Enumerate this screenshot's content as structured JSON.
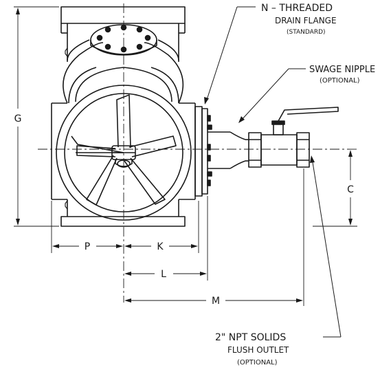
{
  "callouts": {
    "drain_title": "N – THREADED",
    "drain_sub": "DRAIN FLANGE",
    "drain_note": "(STANDARD)",
    "swage_title": "SWAGE NIPPLE",
    "swage_note": "(OPTIONAL)",
    "flush_title": "2\" NPT SOLIDS",
    "flush_sub": "FLUSH OUTLET",
    "flush_note": "(OPTIONAL)"
  },
  "dimensions": {
    "g": "G",
    "c": "C",
    "p": "P",
    "k": "K",
    "l": "L",
    "m": "M"
  }
}
